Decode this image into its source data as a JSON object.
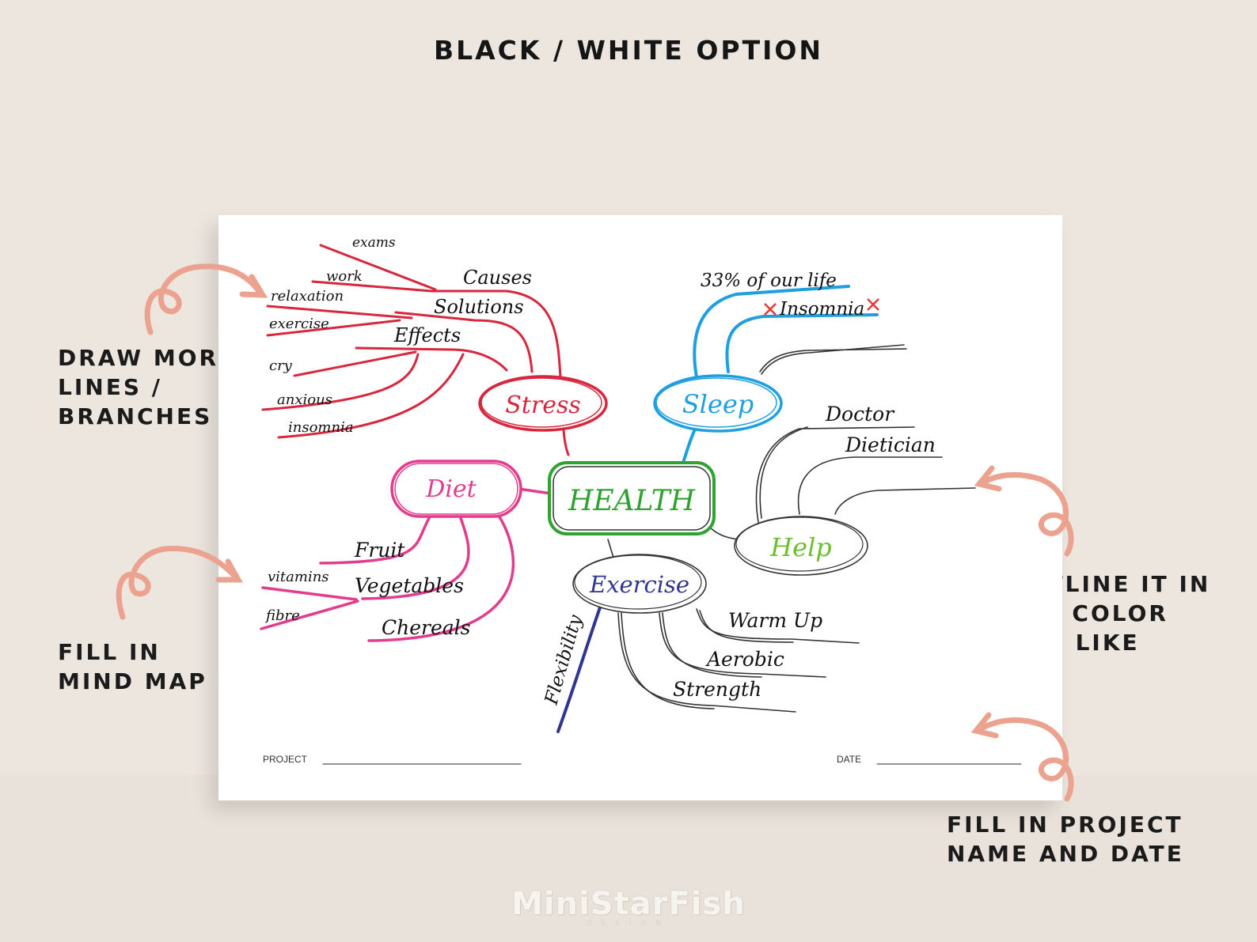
{
  "heading": "BLACK / WHITE OPTION",
  "callouts": {
    "draw": [
      "DRAW MORE",
      "LINES /",
      "BRANCHES"
    ],
    "fill_map": [
      "FILL IN",
      "MIND MAP"
    ],
    "outline": [
      "OUTLINE IT IN",
      "THE COLOR",
      "YOU LIKE"
    ],
    "fill_project": [
      "FILL IN PROJECT",
      "NAME AND DATE"
    ]
  },
  "mind_map": {
    "center": "HEALTH",
    "stress": {
      "label": "Stress",
      "branches": [
        "Causes",
        "Solutions",
        "Effects"
      ],
      "leaves": [
        "exams",
        "work",
        "relaxation",
        "exercise",
        "cry",
        "anxious",
        "insomnia"
      ]
    },
    "sleep": {
      "label": "Sleep",
      "branches": [
        "33% of our life",
        "Insomnia"
      ]
    },
    "diet": {
      "label": "Diet",
      "branches": [
        "Fruit",
        "Vegetables",
        "Chereals"
      ],
      "leaves": [
        "vitamins",
        "fibre"
      ]
    },
    "help": {
      "label": "Help",
      "branches": [
        "Doctor",
        "Dietician"
      ]
    },
    "exercise": {
      "label": "Exercise",
      "branches": [
        "Warm Up",
        "Aerobic",
        "Strength",
        "Flexibility"
      ]
    }
  },
  "footer": {
    "project_label": "PROJECT",
    "date_label": "DATE"
  },
  "brand": {
    "name": "MiniStarFish",
    "sub": "DESIGN"
  },
  "colors": {
    "stress": "#d7263d",
    "sleep": "#1ea0e0",
    "diet": "#e23c8c",
    "center": "#2fa32f",
    "help": "#6bbf2e",
    "exercise": "#2f3591",
    "arrow": "#eba38f",
    "cross": "#e53935"
  }
}
